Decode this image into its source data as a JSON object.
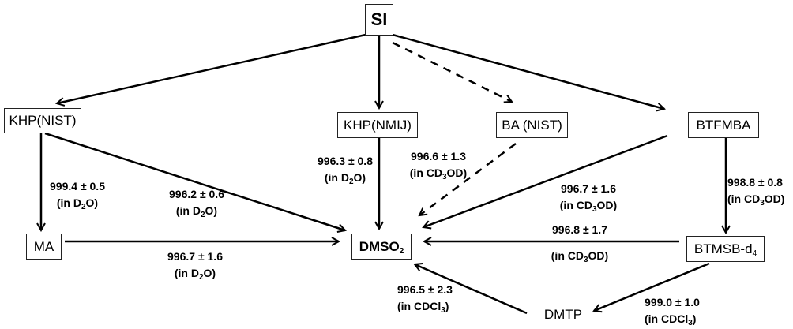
{
  "nodes": {
    "si": {
      "label": "SI"
    },
    "khp_nist": {
      "label": "KHP(NIST)"
    },
    "khp_nmij": {
      "label": "KHP(NMIJ)"
    },
    "ba_nist": {
      "label": "BA (NIST)"
    },
    "btfmba": {
      "label": "BTFMBA"
    },
    "ma": {
      "label": "MA"
    },
    "dmso2": {
      "label": "DMSO",
      "sub": "2"
    },
    "btmsb": {
      "label": "BTMSB-d",
      "sub": "4"
    },
    "dmtp": {
      "label": "DMTP"
    }
  },
  "edges": [
    {
      "from": "SI",
      "to": "KHP(NIST)",
      "style": "solid"
    },
    {
      "from": "SI",
      "to": "KHP(NMIJ)",
      "style": "solid"
    },
    {
      "from": "SI",
      "to": "BA (NIST)",
      "style": "dashed"
    },
    {
      "from": "SI",
      "to": "BTFMBA",
      "style": "solid"
    },
    {
      "from": "KHP(NIST)",
      "to": "MA",
      "style": "solid",
      "value": "999.4 ± 0.5",
      "solvent": "D2O"
    },
    {
      "from": "KHP(NIST)",
      "to": "DMSO2",
      "style": "solid",
      "value": "996.2 ± 0.6",
      "solvent": "D2O"
    },
    {
      "from": "KHP(NMIJ)",
      "to": "DMSO2",
      "style": "solid",
      "value": "996.3 ± 0.8",
      "solvent": "D2O"
    },
    {
      "from": "BA (NIST)",
      "to": "DMSO2",
      "style": "dashed",
      "value": "996.6 ± 1.3",
      "solvent": "CD3OD"
    },
    {
      "from": "BTFMBA",
      "to": "DMSO2",
      "style": "solid",
      "value": "996.7 ± 1.6",
      "solvent": "CD3OD"
    },
    {
      "from": "BTFMBA",
      "to": "BTMSB-d4",
      "style": "solid",
      "value": "998.8 ± 0.8",
      "solvent": "CD3OD"
    },
    {
      "from": "MA",
      "to": "DMSO2",
      "style": "solid",
      "value": "996.7 ± 1.6",
      "solvent": "D2O"
    },
    {
      "from": "BTMSB-d4",
      "to": "DMSO2",
      "style": "solid",
      "value": "996.8 ± 1.7",
      "solvent": "CD3OD"
    },
    {
      "from": "BTMSB-d4",
      "to": "DMTP",
      "style": "solid",
      "value": "999.0 ± 1.0",
      "solvent": "CDCl3"
    },
    {
      "from": "DMTP",
      "to": "DMSO2",
      "style": "solid",
      "value": "996.5 ± 2.3",
      "solvent": "CDCl3"
    }
  ],
  "labels": {
    "khpnist_ma": {
      "value": "999.4 ± 0.5",
      "pre": "(in D",
      "sub": "2",
      "post": "O)"
    },
    "khpnist_dmso2": {
      "value": "996.2 ± 0.6",
      "pre": "(in D",
      "sub": "2",
      "post": "O)"
    },
    "khpnmij_dmso2": {
      "value": "996.3 ± 0.8",
      "pre": "(in D",
      "sub": "2",
      "post": "O)"
    },
    "ba_dmso2": {
      "value": "996.6 ± 1.3",
      "pre": "(in CD",
      "sub": "3",
      "post": "OD)"
    },
    "btfmba_dmso2": {
      "value": "996.7 ± 1.6",
      "pre": "(in CD",
      "sub": "3",
      "post": "OD)"
    },
    "btfmba_btmsb": {
      "value": "998.8 ± 0.8",
      "pre": "(in CD",
      "sub": "3",
      "post": "OD)"
    },
    "ma_dmso2": {
      "value": "996.7 ± 1.6",
      "pre": "(in D",
      "sub": "2",
      "post": "O)"
    },
    "btmsb_dmso2": {
      "value": "996.8 ± 1.7",
      "pre": "(in CD",
      "sub": "3",
      "post": "OD)"
    },
    "dmtp_dmso2": {
      "value": "996.5 ± 2.3",
      "pre": "(in CDCl",
      "sub": "3",
      "post": ")"
    },
    "btmsb_dmtp": {
      "value": "999.0 ± 1.0",
      "pre": "(in CDCl",
      "sub": "3",
      "post": ")"
    }
  }
}
